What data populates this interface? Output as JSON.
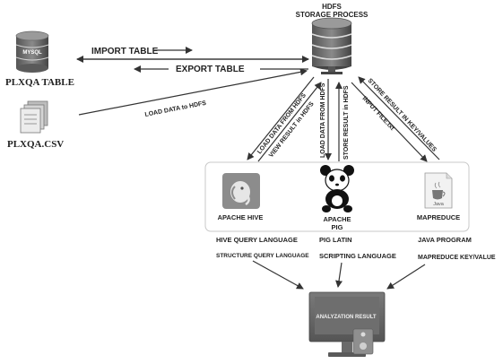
{
  "hdfs": {
    "title_line1": "HDFS",
    "title_line2": "STORAGE PROCESS"
  },
  "mysql": {
    "badge": "MYSQL",
    "caption": "PLXQA TABLE"
  },
  "csv": {
    "caption": "PLXQA.CSV"
  },
  "edges": {
    "import_table": "IMPORT TABLE",
    "export_table": "EXPORT TABLE",
    "load_data_to_hdfs": "LOAD DATA to HDFS",
    "hive_load": "LOAD DATA FROM HDFS",
    "hive_view": "VIEW RESULT in HDFS",
    "pig_load": "LOAD DATA FROM HDFS",
    "pig_store": "STORE RESULT in HDFS",
    "mr_store": "STORE RESULT IN KEY/VALUES",
    "mr_input": "INPUT FILE.txt"
  },
  "tools": {
    "hive": {
      "name": "APACHE HIVE",
      "language": "HIVE QUERY LANGUAGE",
      "description": "STRUCTURE QUERY LANGUAGE"
    },
    "pig": {
      "name_line1": "APACHE",
      "name_line2": "PIG",
      "language": "PIG LATIN",
      "description": "SCRIPTING LANGUAGE"
    },
    "mapreduce": {
      "name": "MAPREDUCE",
      "icon_text": "Java",
      "language": "JAVA PROGRAM",
      "description": "MAPREDUCE KEY/VALUE"
    }
  },
  "result": {
    "label": "ANALYZATION RESULT"
  },
  "icons": {
    "hdfs": "database-stack-icon",
    "mysql": "database-icon",
    "csv": "document-stack-icon",
    "hive": "evernote-elephant-icon",
    "pig": "panda-icon",
    "mapreduce": "java-cup-icon",
    "result": "monitor-icon"
  }
}
